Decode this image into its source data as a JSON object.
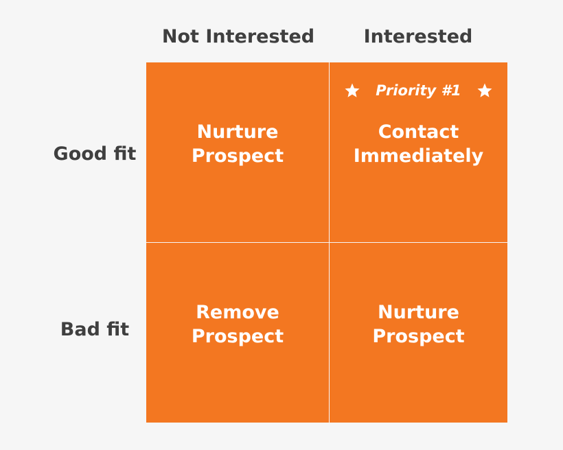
{
  "columns": {
    "left": "Not Interested",
    "right": "Interested"
  },
  "rows": {
    "top": "Good fit",
    "bottom": "Bad fit"
  },
  "cells": {
    "top_left": "Nurture\nProspect",
    "top_right": "Contact\nImmediately",
    "bottom_left": "Remove\nProspect",
    "bottom_right": "Nurture\nProspect"
  },
  "priority": {
    "label": "Priority #1",
    "icon": "star-icon"
  },
  "colors": {
    "cell": "#f37721",
    "text": "#3f3f3f",
    "background": "#f6f6f6"
  }
}
